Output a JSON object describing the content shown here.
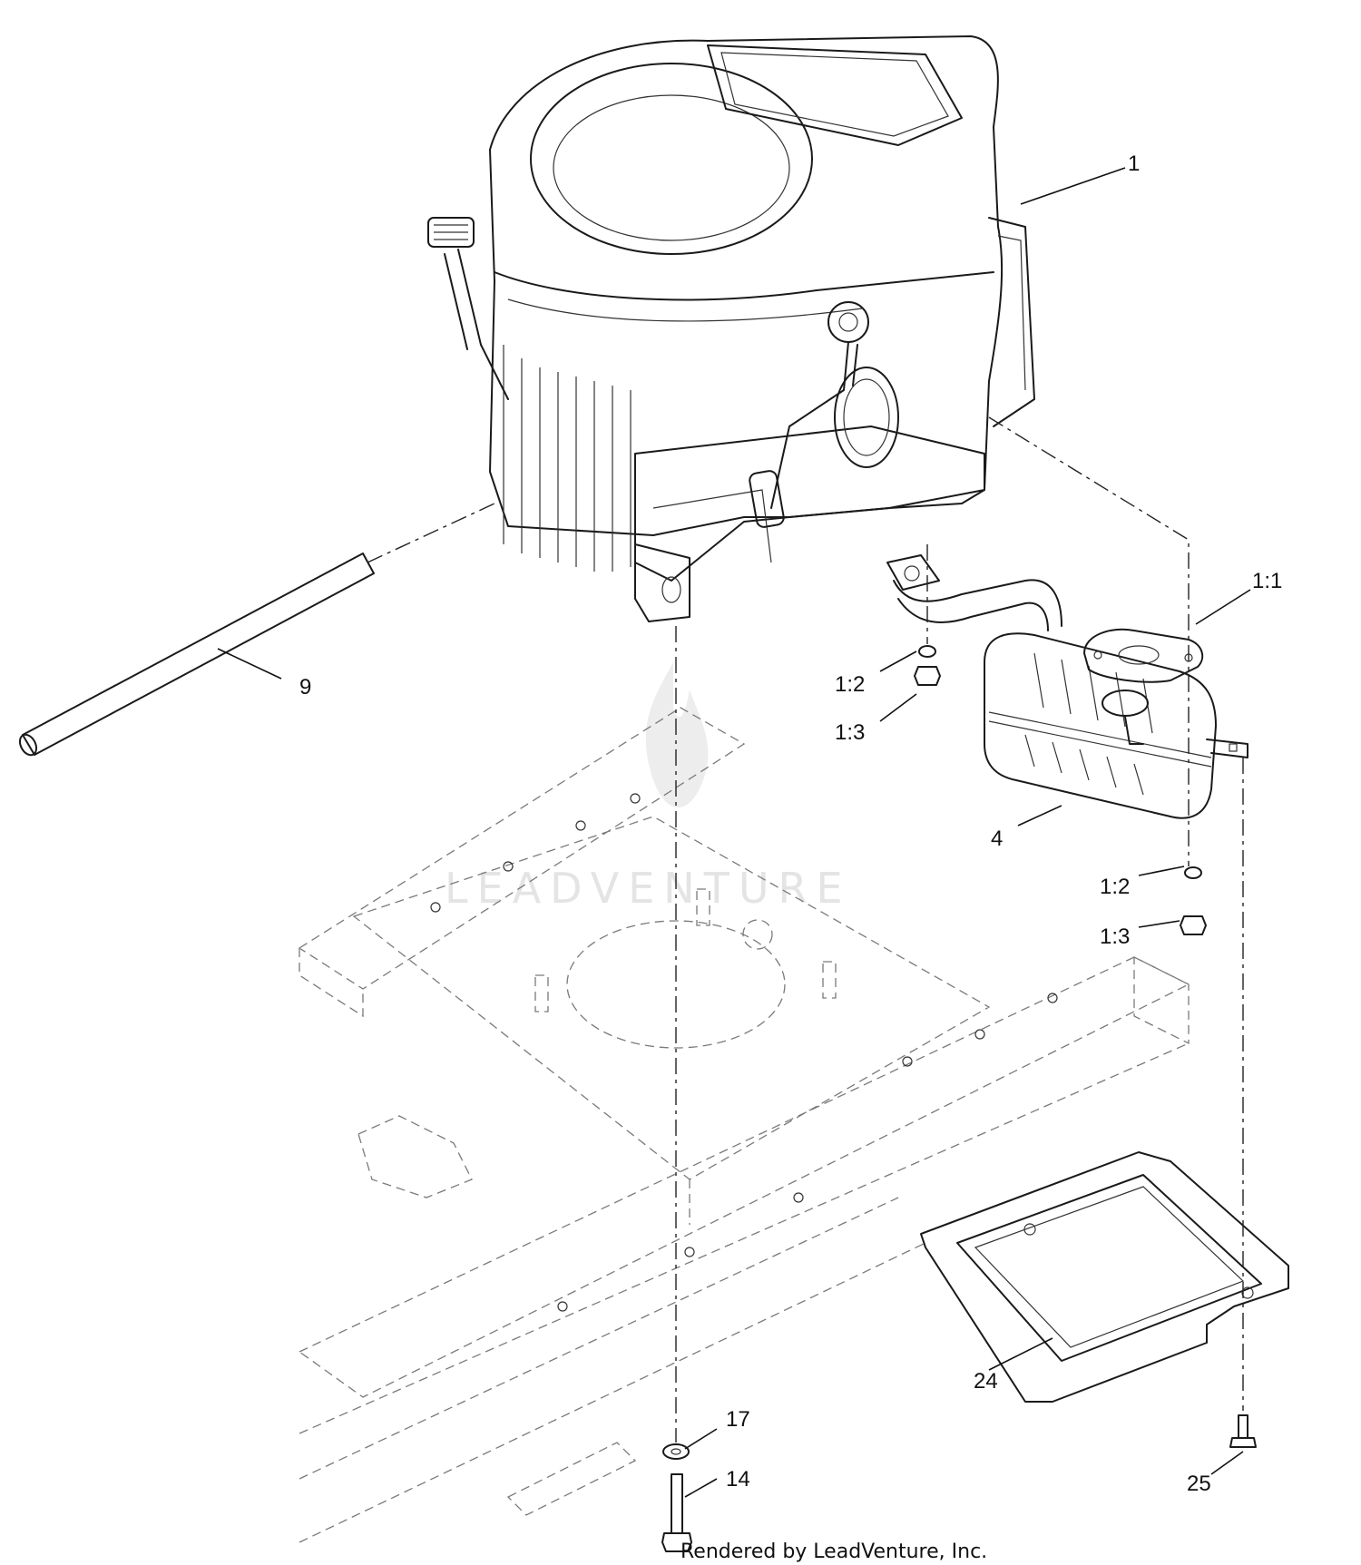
{
  "watermark": "LEADVENTURE",
  "footer": "Rendered by LeadVenture, Inc.",
  "callouts": {
    "p1": "1",
    "p1_1": "1:1",
    "p1_2_a": "1:2",
    "p1_3_a": "1:3",
    "p4": "4",
    "p1_2_b": "1:2",
    "p1_3_b": "1:3",
    "p9": "9",
    "p24": "24",
    "p17": "17",
    "p14": "14",
    "p25": "25"
  }
}
